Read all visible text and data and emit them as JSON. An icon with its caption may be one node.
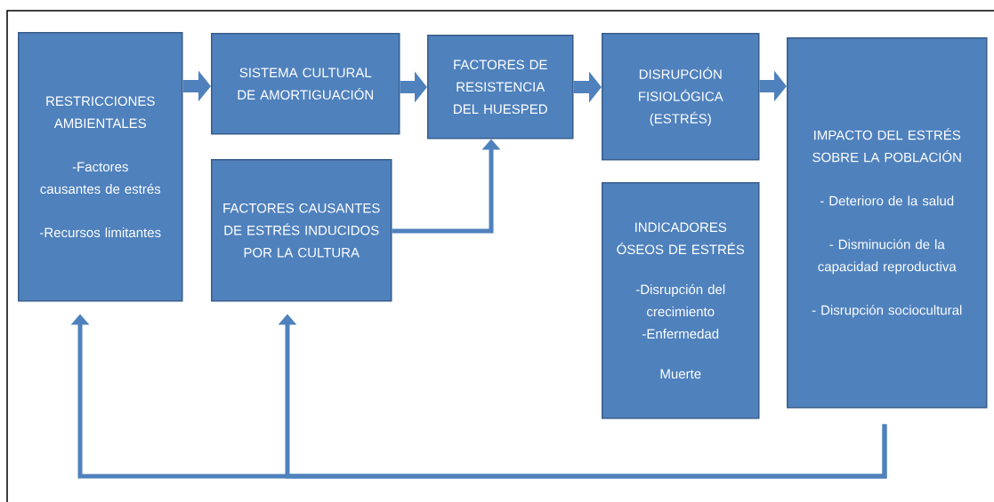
{
  "diagram": {
    "nodes": [
      {
        "text": [
          "RESTRICCIONES AMBIENTALES",
          "-Factores causantes de estrés",
          "-Recursos limitantes"
        ]
      },
      {
        "text": [
          "SISTEMA CULTURAL DE AMORTIGUACIÓN"
        ]
      },
      {
        "text": [
          "FACTORES DE RESISTENCIA DEL HUESPED"
        ]
      },
      {
        "text": [
          "DISRUPCIÓN FISIOLÓGICA (ESTRÉS)"
        ]
      },
      {
        "text": [
          "IMPACTO DEL ESTRÉS SOBRE LA POBLACIÓN",
          "- Deterioro de la salud",
          "- Disminución de la capacidad reproductiva",
          "- Disrupción sociocultural"
        ]
      },
      {
        "text": [
          "FACTORES CAUSANTES DE ESTRÉS INDUCIDOS POR LA CULTURA"
        ]
      },
      {
        "text": [
          "INDICADORES ÓSEOS DE ESTRÉS",
          "-Disrupción del crecimiento",
          "-Enfermedad",
          "Muerte"
        ]
      }
    ],
    "edges": [
      {
        "from": 0,
        "to": 1,
        "arrow": "to"
      },
      {
        "from": 1,
        "to": 2,
        "arrow": "to"
      },
      {
        "from": 2,
        "to": 3,
        "arrow": "to"
      },
      {
        "from": 3,
        "to": 4,
        "arrow": "to"
      },
      {
        "from": 5,
        "to": 2,
        "arrow": "to"
      },
      {
        "from": 4,
        "to": 0,
        "arrow": "to"
      },
      {
        "from": 4,
        "to": 5,
        "arrow": "to"
      }
    ]
  }
}
